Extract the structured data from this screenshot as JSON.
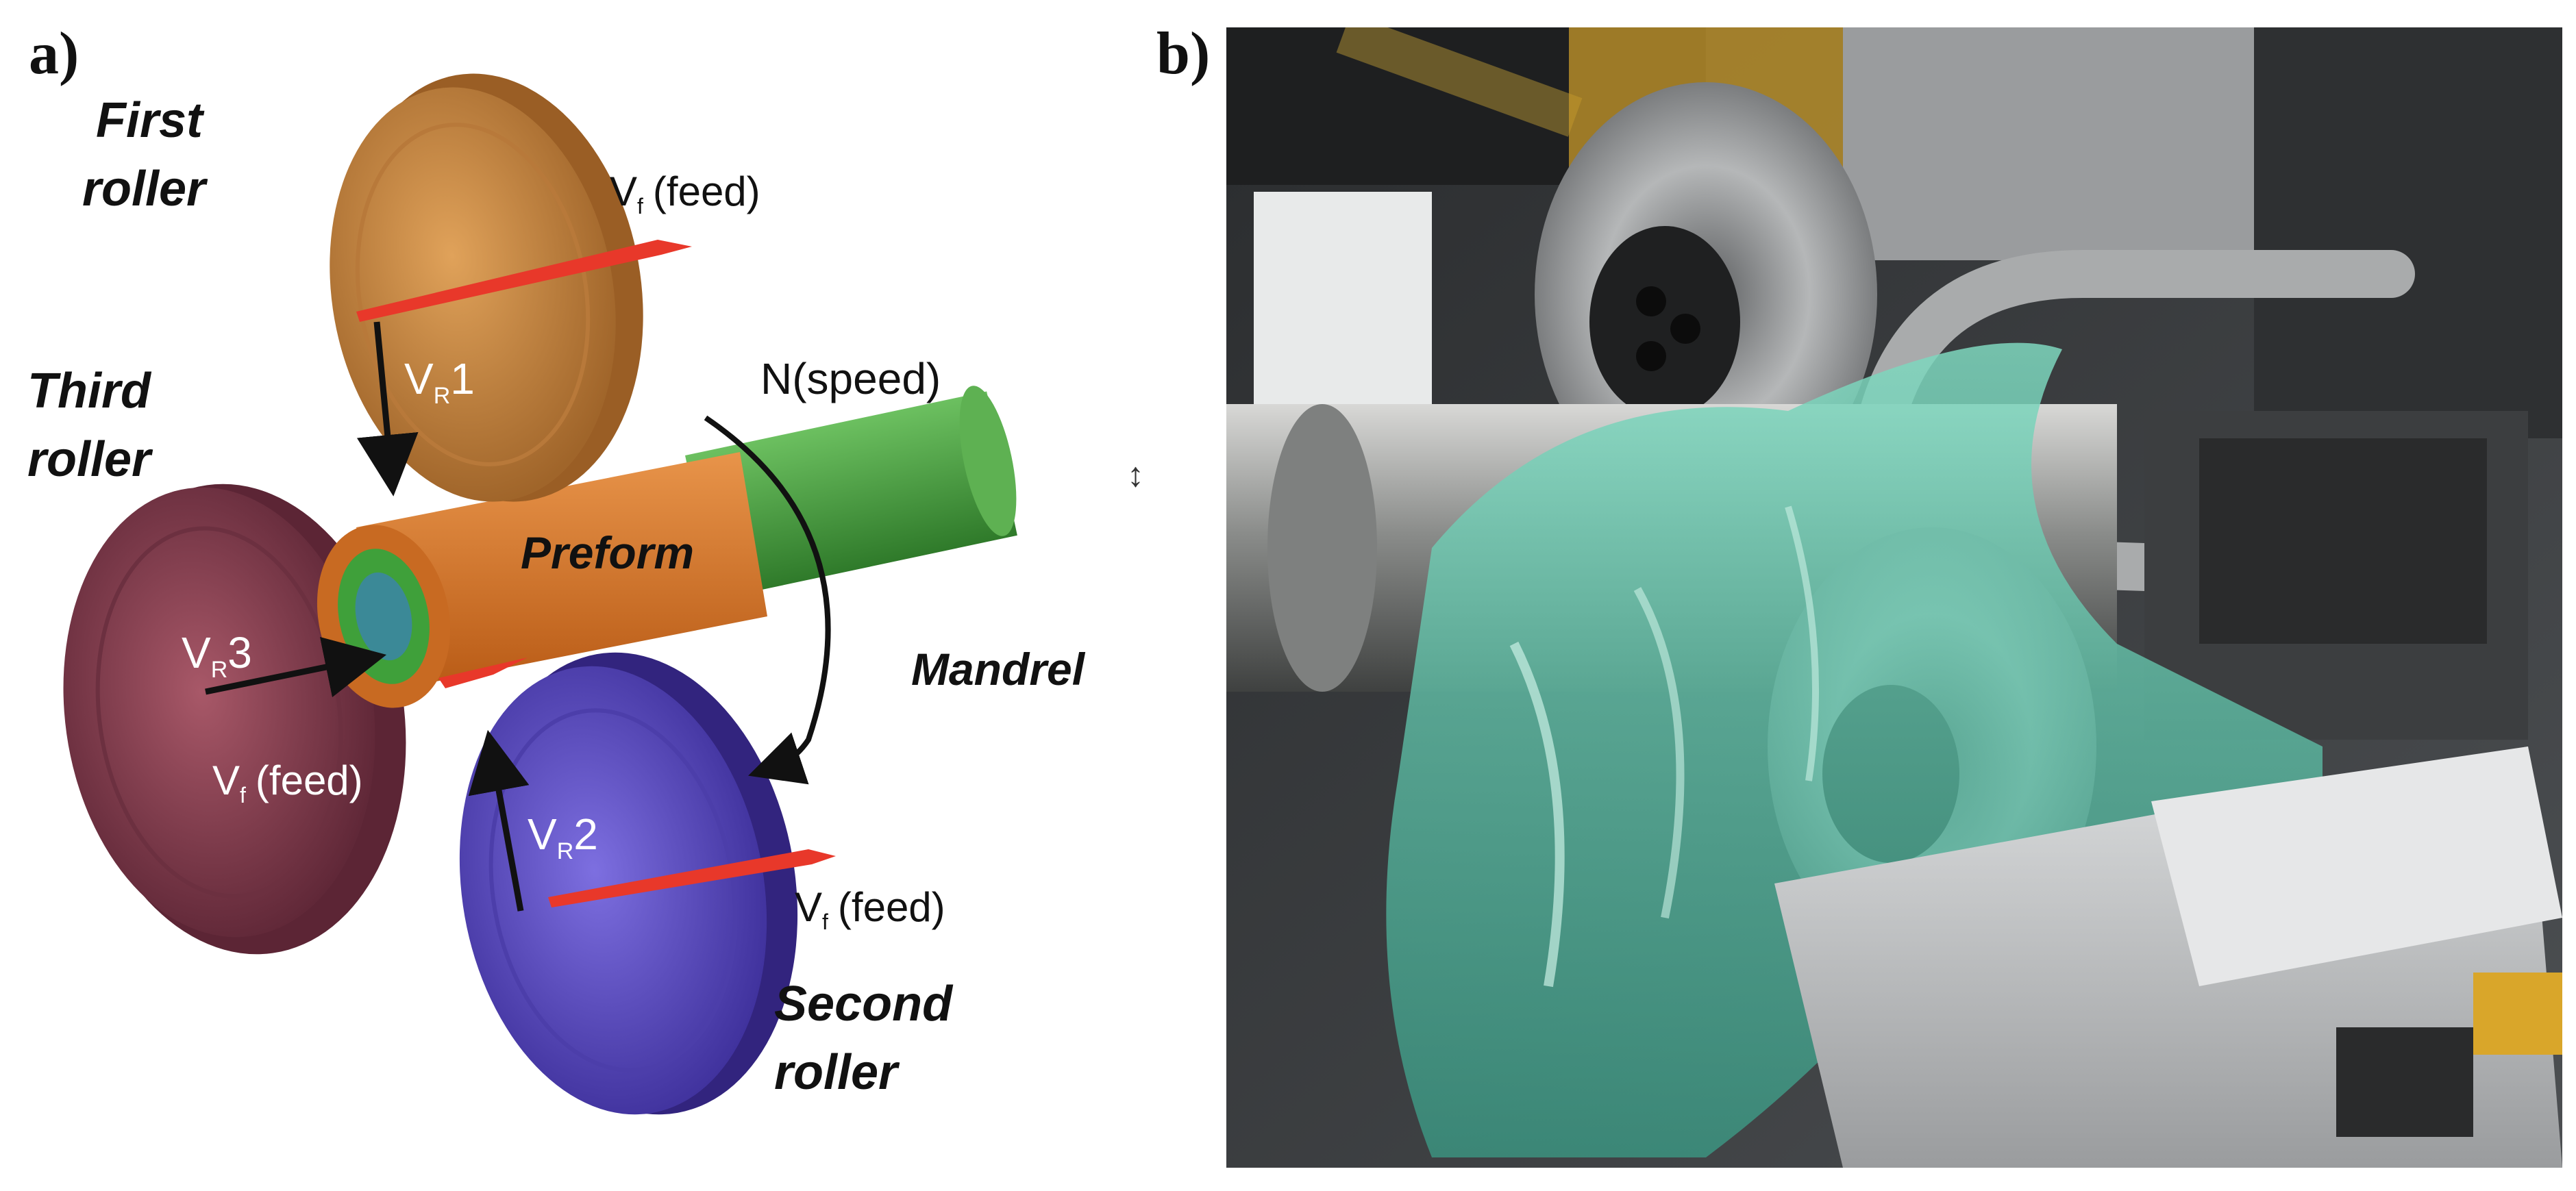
{
  "figure": {
    "panel_a_label": "a)",
    "panel_b_label": "b)"
  },
  "diagram": {
    "first_roller": [
      "First",
      "roller"
    ],
    "second_roller": [
      "Second",
      "roller"
    ],
    "third_roller": [
      "Third",
      "roller"
    ],
    "preform": "Preform",
    "mandrel": "Mandrel",
    "speed": "N(speed)",
    "vr1_main": "V",
    "vr1_sub": "R",
    "vr1_tail": "1",
    "vr2_main": "V",
    "vr2_sub": "R",
    "vr2_tail": "2",
    "vr3_main": "V",
    "vr3_sub": "R",
    "vr3_tail": "3",
    "feed_top_main": "V",
    "feed_top_sub": "f",
    "feed_top_tail": "(feed)",
    "feed_mid_main": "V",
    "feed_mid_sub": "f",
    "feed_mid_tail": "(feed)",
    "feed_bottom_main": "V",
    "feed_bottom_sub": "f",
    "feed_bottom_tail": "(feed)",
    "arrow_glyph": "↕"
  },
  "colors": {
    "first_roller": "#c98a45",
    "second_roller": "#6a5ac8",
    "third_roller": "#8a4455",
    "preform": "#d97a2a",
    "mandrel": "#4fa04a",
    "feed_arrow": "#e8382a"
  }
}
